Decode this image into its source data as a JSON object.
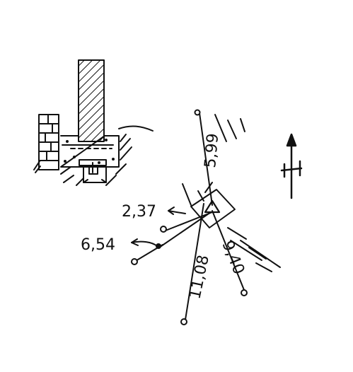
{
  "labels": {
    "d1": "5,99",
    "d2": "2,37",
    "d3": "6,54",
    "d4": "11,08",
    "d5": "9,40"
  },
  "icons": {
    "north": "north-arrow-icon",
    "section": "footing-section-icon"
  },
  "colors": {
    "ink": "#111111",
    "paper": "#ffffff"
  }
}
